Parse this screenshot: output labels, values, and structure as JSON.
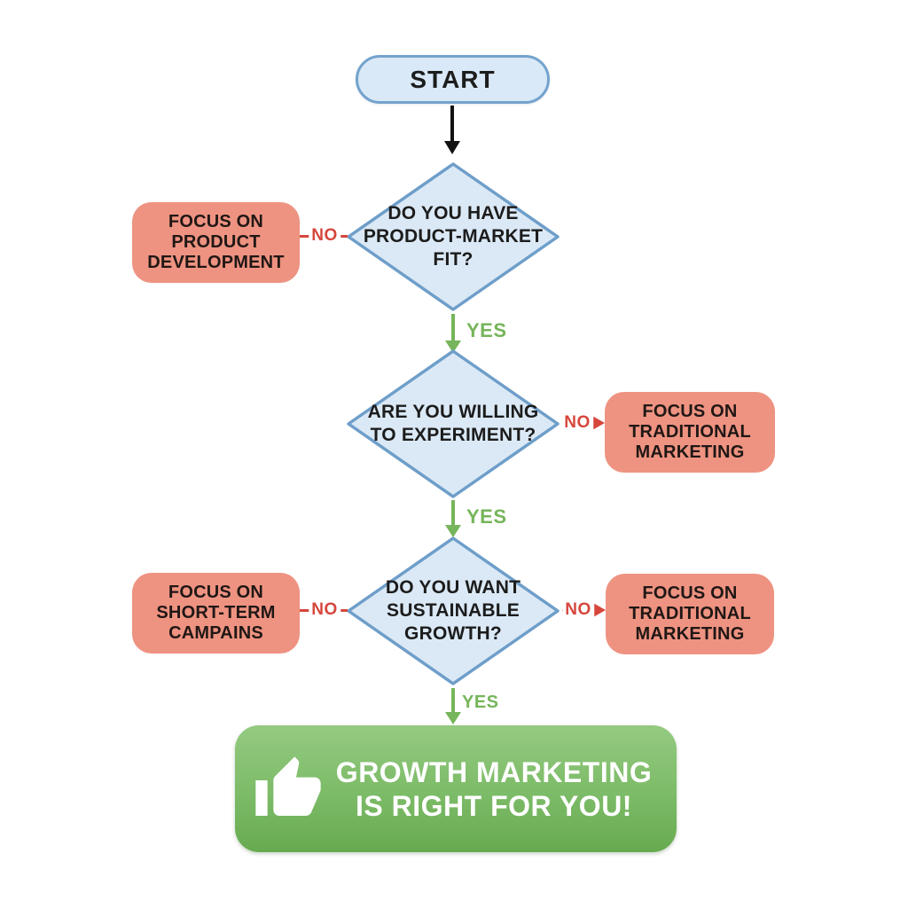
{
  "title": "Growth marketing decision flowchart",
  "colors": {
    "background": "#ffffff",
    "decision_fill": "#dbe9f6",
    "decision_border": "#6e9ec9",
    "start_fill": "#d9e9f7",
    "start_border": "#74a3cd",
    "outcome_fill": "#ee9381",
    "no_color": "#d6463c",
    "yes_color": "#76b55b",
    "result_gradient_top": "#94ca81",
    "result_gradient_bottom": "#67aa50",
    "text_dark": "#1c1c1c",
    "text_white": "#ffffff",
    "start_arrow_color": "#111111"
  },
  "nodes": {
    "start": {
      "label": "START"
    },
    "decisions": [
      {
        "question": "DO YOU HAVE\nPRODUCT-MARKET\nFIT?"
      },
      {
        "question": "ARE YOU WILLING\nTO EXPERIMENT?"
      },
      {
        "question": "DO YOU WANT\nSUSTAINABLE\nGROWTH?"
      }
    ],
    "outcomes": [
      {
        "label": "FOCUS ON\nPRODUCT\nDEVELOPMENT"
      },
      {
        "label": "FOCUS ON\nTRADITIONAL\nMARKETING"
      },
      {
        "label": "FOCUS ON\nSHORT-TERM\nCAMPAINS"
      },
      {
        "label": "FOCUS ON\nTRADITIONAL\nMARKETING"
      }
    ],
    "result": {
      "label": "GROWTH MARKETING\nIS RIGHT FOR YOU!",
      "icon": "thumbs-up-icon"
    }
  },
  "edges": {
    "no_label": "NO",
    "yes_label": "YES"
  }
}
